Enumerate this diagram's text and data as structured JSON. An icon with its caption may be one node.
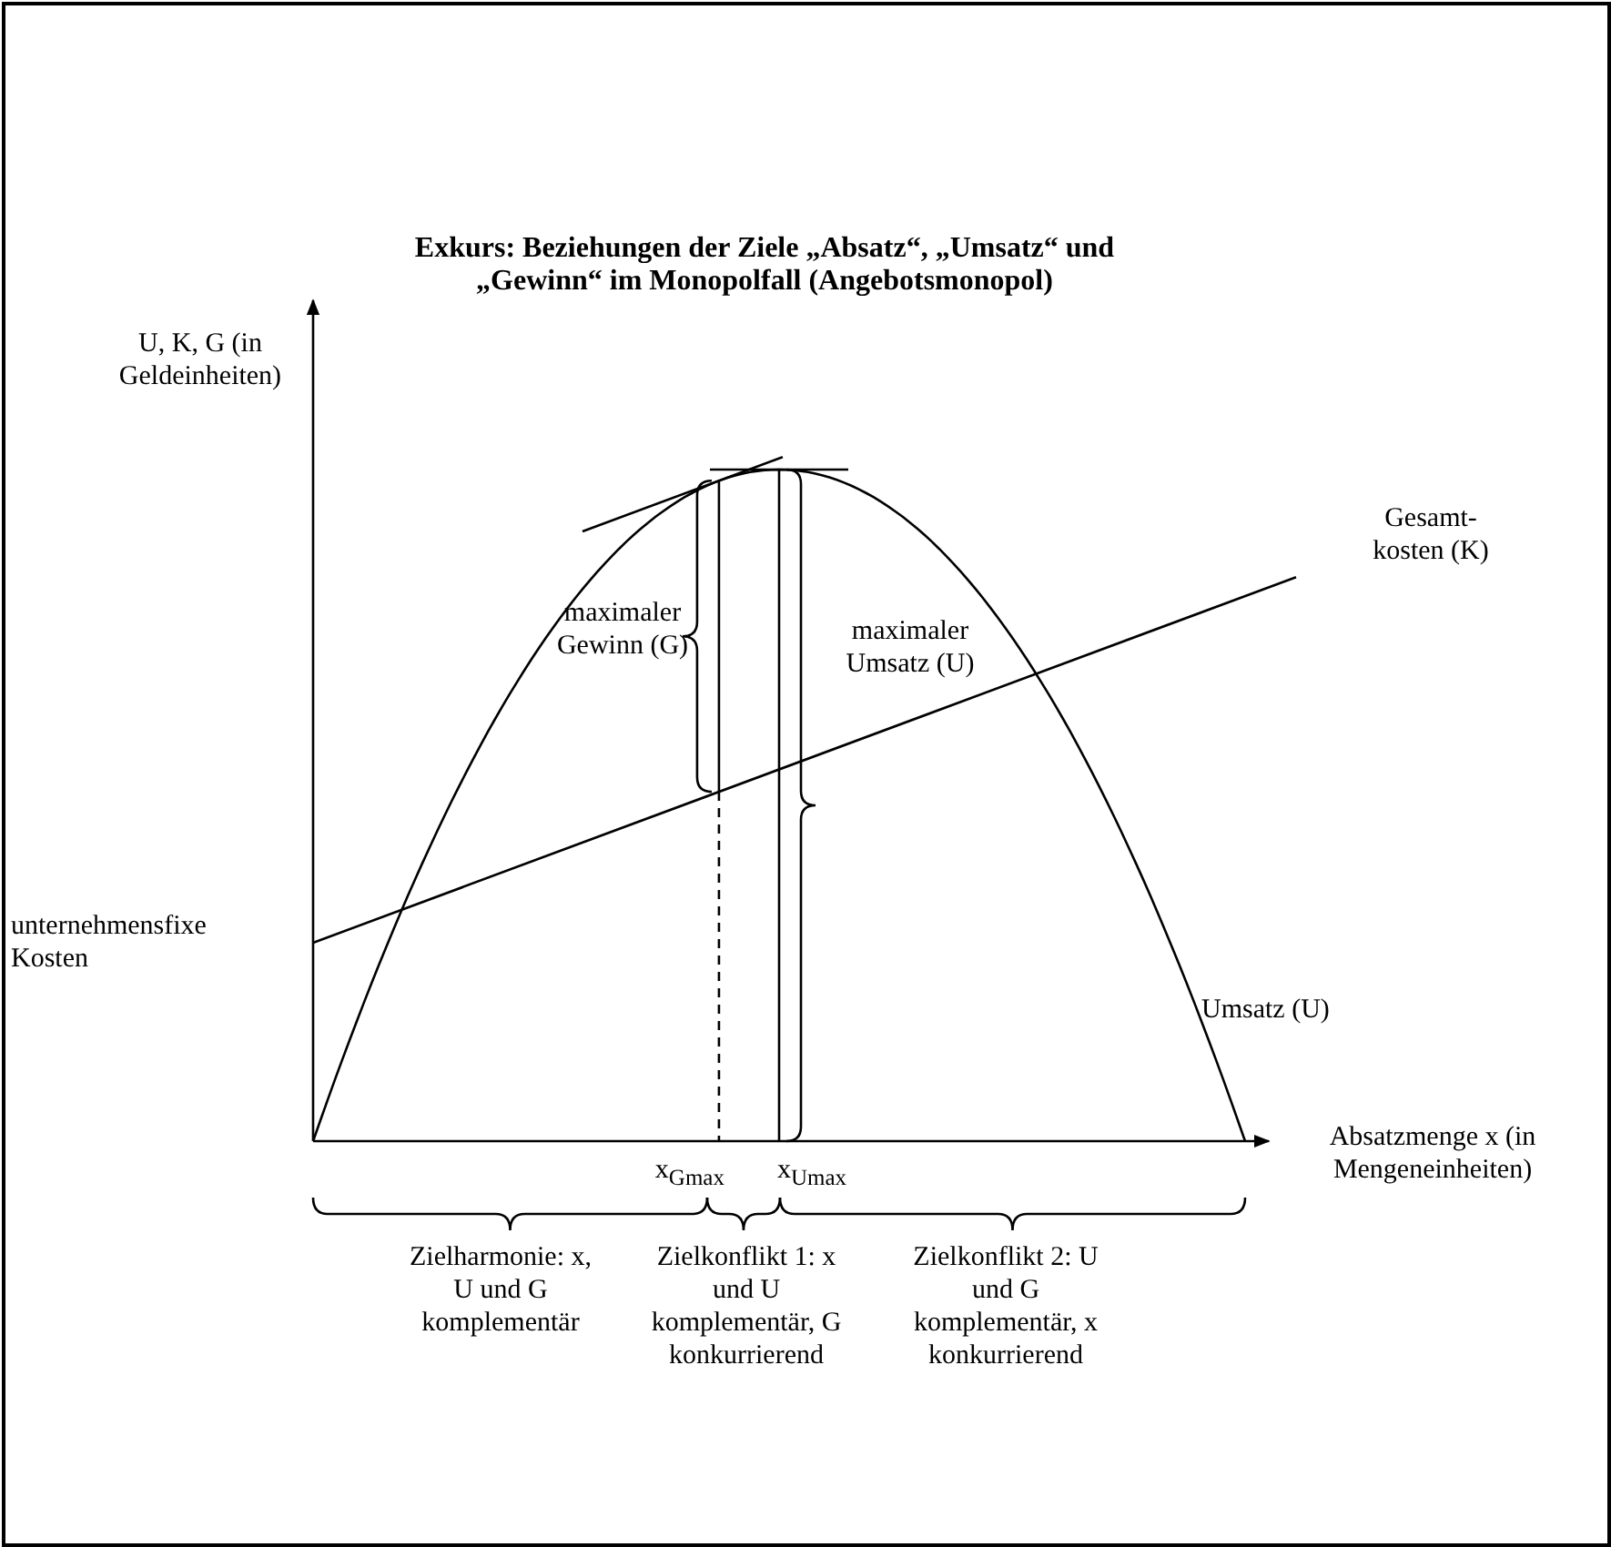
{
  "diagram": {
    "title": "Exkurs: Beziehungen der Ziele „Absatz“, „Umsatz“ und „Gewinn“ im Monopolfall (Angebotsmonopol)",
    "labels": [
      "U, K, G (in Geldeinheiten)",
      "Gesamt- kosten (K)",
      "maximaler Gewinn (G)",
      "maximaler Umsatz (U)",
      "unternehmensfixe Kosten",
      "Umsatz (U)",
      "Absatzmenge x (in Mengeneinheiten)",
      "x$_{Gmax}$",
      "x$_{Umax}$",
      "Zielharmonie: x, U und G komplementär",
      "Zielkonflikt 1: x und U komplementär, G konkurrierend",
      "Zielkonflikt 2: U und G komplementär, x konkurrierend"
    ]
  }
}
